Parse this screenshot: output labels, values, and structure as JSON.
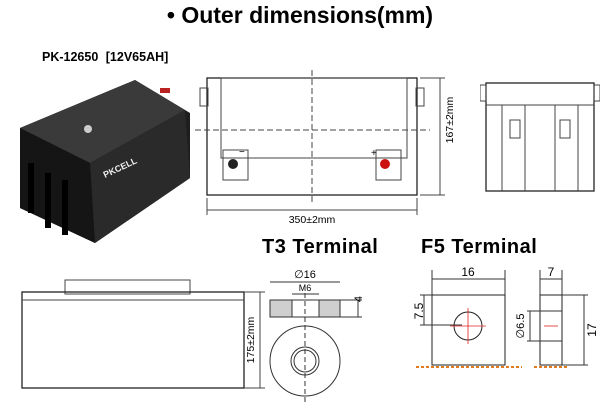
{
  "title": "• Outer dimensions(mm)",
  "model": "PK-12650   [12V65AH]",
  "battery_brand": "PKCELL",
  "dimensions": {
    "length": "350±2mm",
    "width": "167±2mm",
    "height": "175±2mm"
  },
  "terminal_t3": {
    "title": "T3  Terminal",
    "diameter": "∅16",
    "thread": "M6",
    "thickness": "4"
  },
  "terminal_f5": {
    "title": "F5 Terminal",
    "width": "16",
    "hole_offset": "7.5",
    "hole_diameter": "∅6.5",
    "depth": "7",
    "height": "17"
  },
  "colors": {
    "ground_hatch": "#e07b20",
    "center_line": "#e02020",
    "battery_body": "#2a2a2a",
    "washer_fill": "#cfcfcf"
  }
}
